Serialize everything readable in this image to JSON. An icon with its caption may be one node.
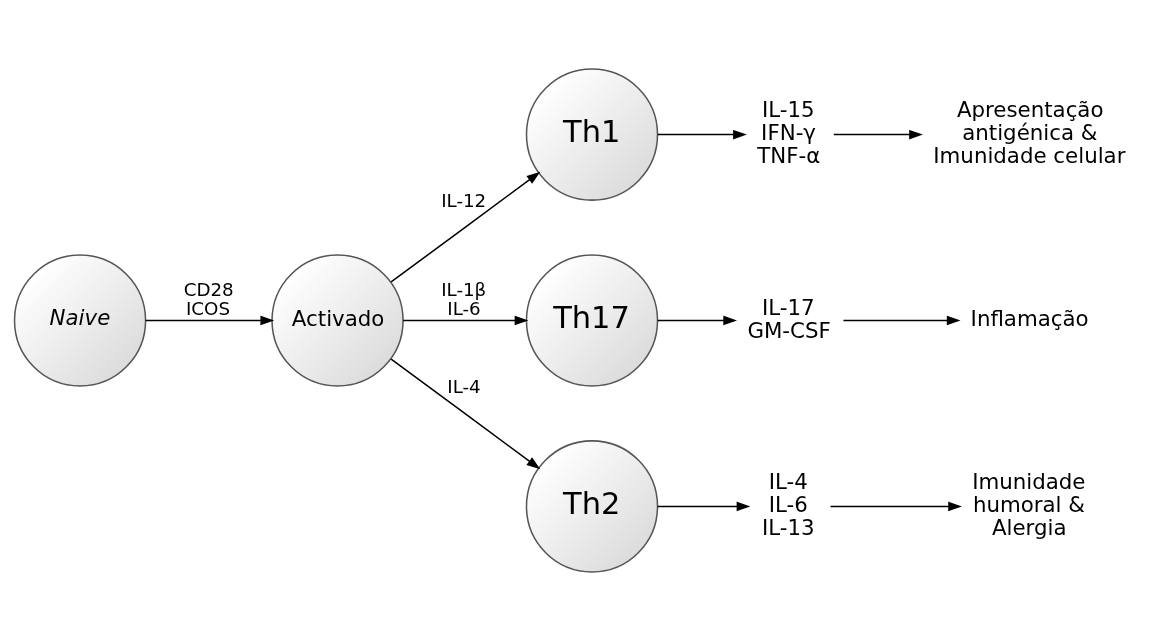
{
  "diagram": {
    "nodes": [
      {
        "text": [
          "Naive"
        ]
      },
      {
        "text": [
          "Activado"
        ]
      },
      {
        "text": [
          "Th1"
        ]
      },
      {
        "text": [
          "Th17"
        ]
      },
      {
        "text": [
          "Th2"
        ]
      },
      {
        "text": [
          "IL-15",
          "IFN-γ",
          "TNF-α"
        ]
      },
      {
        "text": [
          "Apresentação antigénica & Imunidade celular"
        ]
      },
      {
        "text": [
          "IL-17",
          "GM-CSF"
        ]
      },
      {
        "text": [
          "Inflamação"
        ]
      },
      {
        "text": [
          "IL-4",
          "IL-6",
          "IL-13"
        ]
      },
      {
        "text": [
          "Imunidade humoral & Alergia"
        ]
      }
    ],
    "edges": [
      {
        "from": 0,
        "to": 1,
        "arrow": "to",
        "label": "CD28 ICOS"
      },
      {
        "from": 1,
        "to": 2,
        "arrow": "to",
        "label": "IL-12"
      },
      {
        "from": 1,
        "to": 3,
        "arrow": "to",
        "label": "IL-1β IL-6"
      },
      {
        "from": 1,
        "to": 4,
        "arrow": "to",
        "label": "IL-4"
      },
      {
        "from": 2,
        "to": 5,
        "arrow": "to"
      },
      {
        "from": 5,
        "to": 6,
        "arrow": "to"
      },
      {
        "from": 3,
        "to": 7,
        "arrow": "to"
      },
      {
        "from": 7,
        "to": 8,
        "arrow": "to"
      },
      {
        "from": 4,
        "to": 9,
        "arrow": "to"
      },
      {
        "from": 9,
        "to": 10,
        "arrow": "to"
      }
    ]
  }
}
